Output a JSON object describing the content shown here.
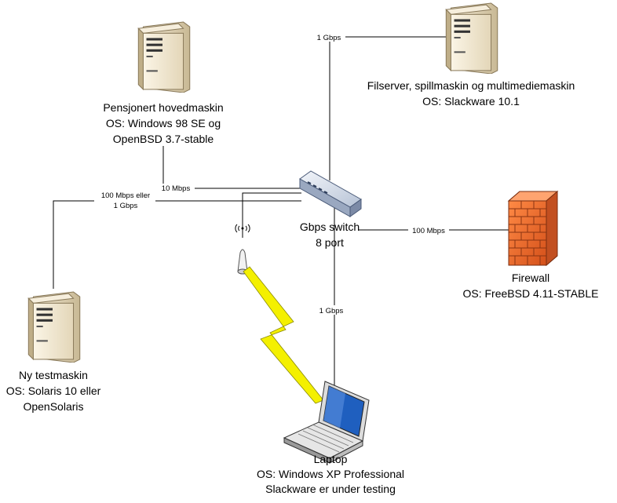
{
  "nodes": {
    "retired_main": {
      "lines": [
        "Pensjonert hovedmaskin",
        "OS: Windows 98 SE og",
        "OpenBSD 3.7-stable"
      ]
    },
    "fileserver": {
      "lines": [
        "Filserver, spillmaskin og multimediemaskin",
        "OS: Slackware 10.1"
      ]
    },
    "switch": {
      "lines": [
        "Gbps switch",
        "8 port"
      ]
    },
    "firewall": {
      "lines": [
        "Firewall",
        "OS: FreeBSD 4.11-STABLE"
      ]
    },
    "test_machine": {
      "lines": [
        "Ny testmaskin",
        "OS: Solaris 10 eller",
        "OpenSolaris"
      ]
    },
    "laptop": {
      "lines": [
        "Laptop",
        "OS: Windows XP Professional",
        "Slackware er under testing"
      ]
    }
  },
  "links": {
    "fileserver": "1 Gbps",
    "retired_main": "10 Mbps",
    "test_machine": [
      "100 Mbps eller",
      "1 Gbps"
    ],
    "firewall": "100 Mbps",
    "laptop": "1 Gbps"
  },
  "icons": [
    "server-tower-icon",
    "network-switch-icon",
    "firewall-brick-icon",
    "wireless-access-point-icon",
    "laptop-icon",
    "lightning-bolt-icon"
  ],
  "colors": {
    "server_body": "#e8dcc4",
    "firewall": "#e8622a",
    "lightning": "#f4f000",
    "switch_body": "#dde5f0"
  }
}
